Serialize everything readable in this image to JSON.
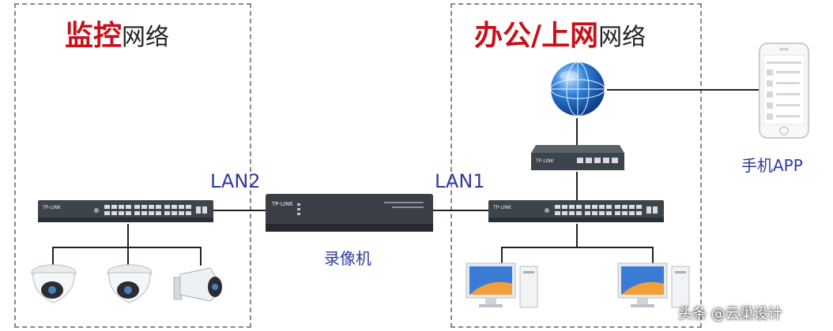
{
  "zones": {
    "monitor": {
      "title_bold": "监控",
      "title_rest": "网络"
    },
    "office": {
      "title_bold": "办公/上网",
      "title_rest": "网络"
    }
  },
  "links": {
    "lan2": "LAN2",
    "lan1": "LAN1"
  },
  "devices": {
    "nvr": {
      "caption": "录像机",
      "brand": "TP-LINK"
    },
    "switch_left": {
      "brand": "TP-LINK"
    },
    "switch_right": {
      "brand": "TP-LINK"
    },
    "router": {
      "brand": "TP-LINK"
    },
    "phone": {
      "caption": "手机APP"
    }
  },
  "watermark": "头条 @云巢设计",
  "colors": {
    "accent_red": "#c8101b",
    "label_blue": "#2f3a9c"
  }
}
